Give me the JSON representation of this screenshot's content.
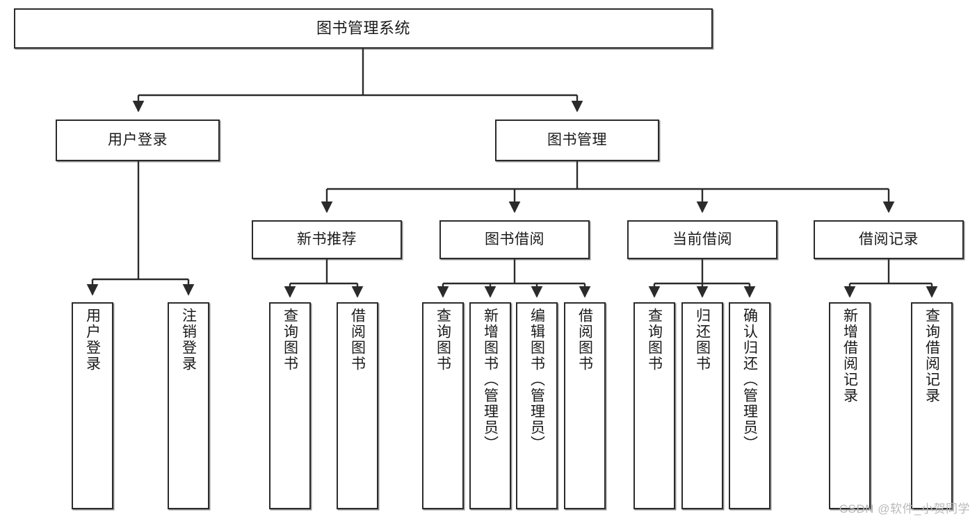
{
  "diagram": {
    "title": "图书管理系统",
    "watermark": "CSDN @软件_小贺同学",
    "colors": {
      "stroke": "#2b2b2b",
      "fill": "#ffffff",
      "text": "#1a1a1a",
      "watermark": "#b9b9b9"
    },
    "nodes": {
      "root": {
        "label": "图书管理系统"
      },
      "level2": [
        {
          "id": "user-login",
          "label": "用户登录"
        },
        {
          "id": "book-manage",
          "label": "图书管理"
        }
      ],
      "level3": [
        {
          "id": "new-book-recommend",
          "label": "新书推荐"
        },
        {
          "id": "book-borrow",
          "label": "图书借阅"
        },
        {
          "id": "current-borrow",
          "label": "当前借阅"
        },
        {
          "id": "borrow-record",
          "label": "借阅记录"
        }
      ],
      "leaves": {
        "user-login": [
          {
            "id": "leaf-user-login",
            "label": "用户登录"
          },
          {
            "id": "leaf-logout-login",
            "label": "注销登录"
          }
        ],
        "new-book-recommend": [
          {
            "id": "leaf-query-book-1",
            "label": "查询图书"
          },
          {
            "id": "leaf-borrow-book-1",
            "label": "借阅图书"
          }
        ],
        "book-borrow": [
          {
            "id": "leaf-query-book-2",
            "label": "查询图书"
          },
          {
            "id": "leaf-add-book-admin",
            "label": "新增图书（管理员）"
          },
          {
            "id": "leaf-edit-book-admin",
            "label": "编辑图书（管理员）"
          },
          {
            "id": "leaf-borrow-book-2",
            "label": "借阅图书"
          }
        ],
        "current-borrow": [
          {
            "id": "leaf-query-book-3",
            "label": "查询图书"
          },
          {
            "id": "leaf-return-book",
            "label": "归还图书"
          },
          {
            "id": "leaf-confirm-return-admin",
            "label": "确认归还（管理员）"
          }
        ],
        "borrow-record": [
          {
            "id": "leaf-add-borrow-record",
            "label": "新增借阅记录"
          },
          {
            "id": "leaf-query-borrow-record",
            "label": "查询借阅记录"
          }
        ]
      }
    }
  }
}
